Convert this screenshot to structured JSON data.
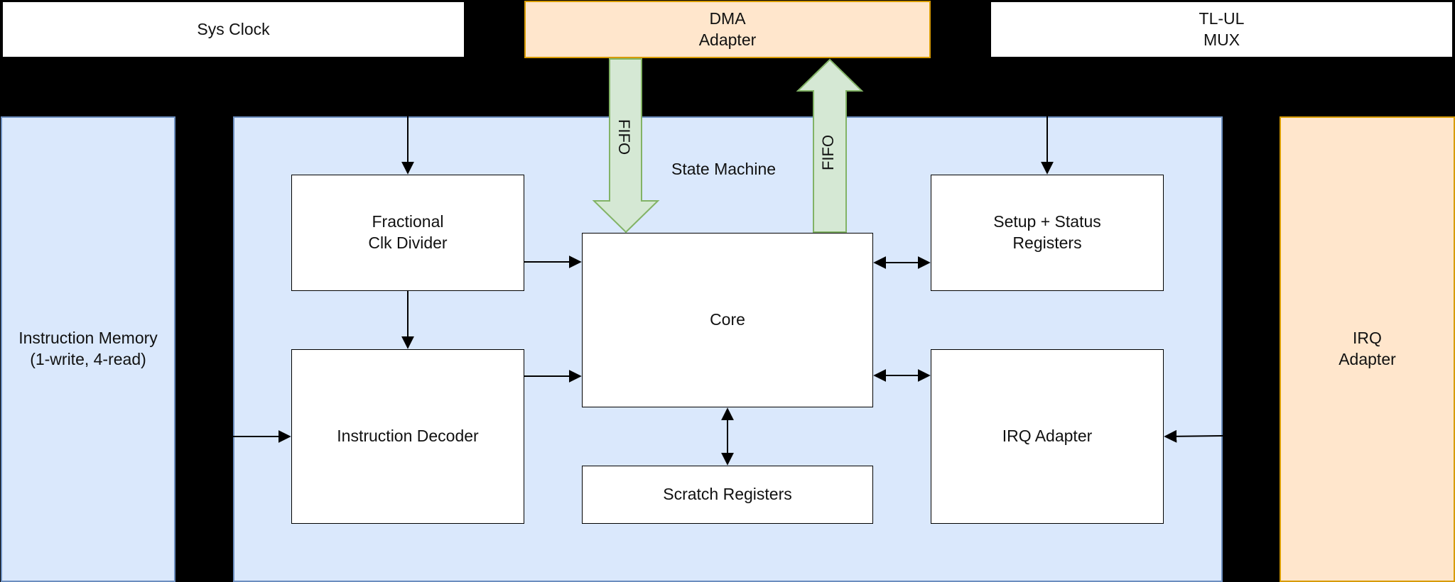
{
  "top_row": {
    "sys_clock": "Sys Clock",
    "dma_adapter": "DMA\nAdapter",
    "tlul_mux": "TL-UL\nMUX"
  },
  "side": {
    "instruction_memory": "Instruction Memory\n(1-write, 4-read)",
    "irq_adapter_outer": "IRQ\nAdapter"
  },
  "state_machine": {
    "title": "State Machine",
    "fractional_clk_divider": "Fractional\nClk Divider",
    "instruction_decoder": "Instruction Decoder",
    "core": "Core",
    "scratch_registers": "Scratch Registers",
    "setup_status_registers": "Setup + Status\nRegisters",
    "irq_adapter_inner": "IRQ Adapter"
  },
  "fifo": {
    "in_label": "FIFO",
    "out_label": "FIFO"
  },
  "colors": {
    "background": "#000000",
    "blue_fill": "#dae8fc",
    "blue_stroke": "#6c8ebf",
    "orange_fill": "#ffe6cc",
    "orange_stroke": "#d79b00",
    "green_fill": "#d5e8d4",
    "green_stroke": "#82b366"
  }
}
